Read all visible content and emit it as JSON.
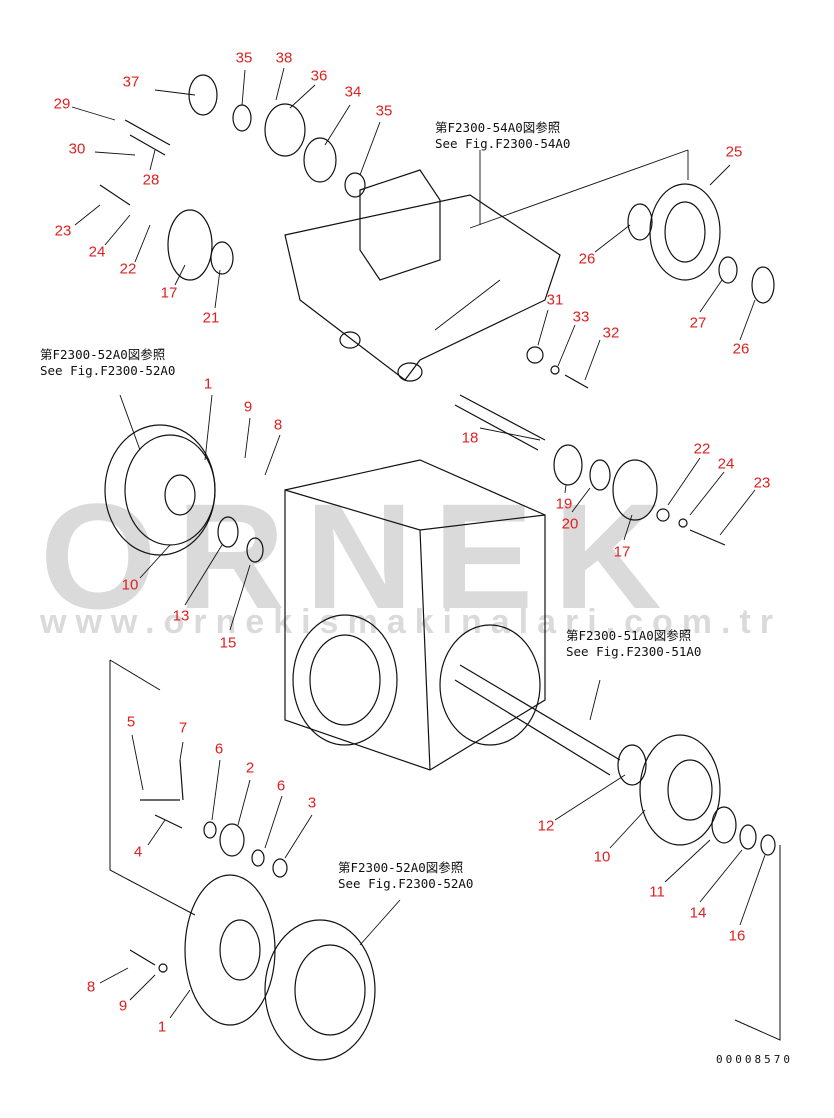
{
  "refs": [
    {
      "jp": "第F2300-54A0図参照",
      "en": "See Fig.F2300-54A0"
    },
    {
      "jp": "第F2300-52A0図参照",
      "en": "See Fig.F2300-52A0"
    },
    {
      "jp": "第F2300-51A0図参照",
      "en": "See Fig.F2300-51A0"
    },
    {
      "jp": "第F2300-52A0図参照",
      "en": "See Fig.F2300-52A0"
    }
  ],
  "labels": [
    "35",
    "38",
    "37",
    "36",
    "29",
    "34",
    "35",
    "30",
    "28",
    "23",
    "24",
    "22",
    "17",
    "21",
    "25",
    "26",
    "27",
    "26",
    "31",
    "33",
    "32",
    "1",
    "9",
    "8",
    "18",
    "22",
    "24",
    "23",
    "19",
    "20",
    "17",
    "10",
    "13",
    "15",
    "5",
    "7",
    "6",
    "2",
    "6",
    "3",
    "4",
    "12",
    "10",
    "11",
    "14",
    "16",
    "8",
    "9",
    "1"
  ],
  "drawing_code": "00008570",
  "watermark": {
    "logo": "ORNEK",
    "url": "www.ornekismakinalari.com.tr"
  },
  "colors": {
    "label": "#e02020",
    "line": "#111111",
    "watermark": "#969696"
  }
}
